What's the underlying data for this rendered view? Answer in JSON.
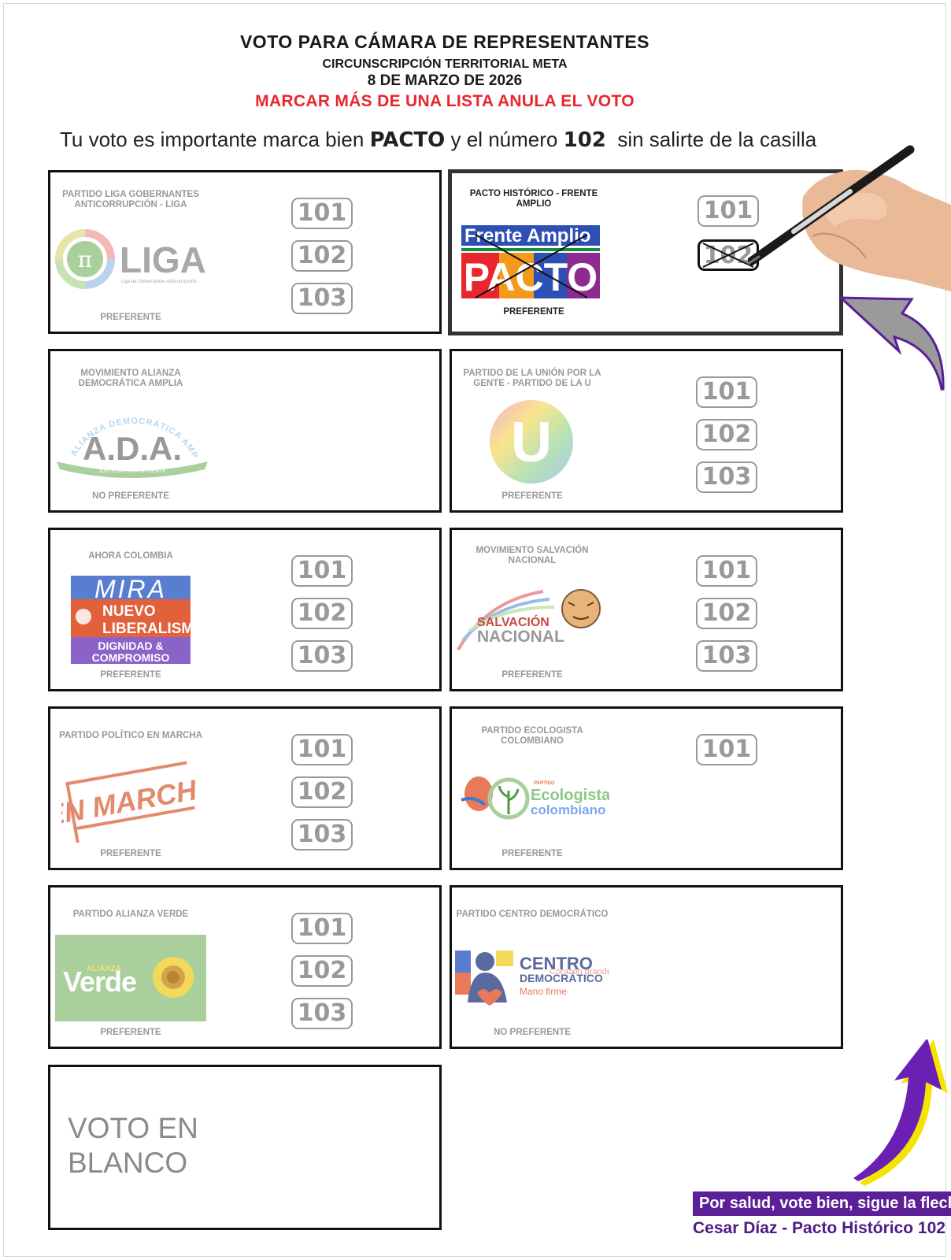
{
  "header": {
    "title": "VOTO PARA CÁMARA DE REPRESENTANTES",
    "circunscripcion": "CIRCUNSCRIPCIÓN TERRITORIAL META",
    "date": "8 DE MARZO DE 2026",
    "warning": "MARCAR MÁS DE UNA LISTA ANULA EL VOTO"
  },
  "intro": {
    "part1": "Tu voto es importante marca bien",
    "pacto": "PACTO",
    "part2": "y el número",
    "number": "102",
    "part3": "sin salirte de la casilla"
  },
  "parties": [
    {
      "name": "PARTIDO LIGA GOBERNANTES ANTICORRUPCIÓN - LIGA",
      "logo_text": "LIGA",
      "logo_sub": "Liga de Gobernantes Anticorrupción",
      "pref": "PREFERENTE",
      "numbers": [
        "101",
        "102",
        "103"
      ]
    },
    {
      "name": "PACTO HISTÓRICO - FRENTE AMPLIO",
      "logo_text": "Frente Amplio",
      "logo_text2": "PACTO",
      "pref": "PREFERENTE",
      "numbers": [
        "101",
        "102"
      ],
      "marked": "102"
    },
    {
      "name": "MOVIMIENTO ALIANZA DEMOCRÁTICA AMPLIA",
      "logo_text": "A.D.A.",
      "logo_arc": "ALIANZA DEMOCRÁTICA AMPLIA",
      "logo_sub": "JUSTICIA PARA MI GENTE",
      "pref": "NO PREFERENTE",
      "numbers": []
    },
    {
      "name": "PARTIDO DE LA UNIÓN POR LA GENTE - PARTIDO DE LA U",
      "logo_text": "U",
      "pref": "PREFERENTE",
      "numbers": [
        "101",
        "102",
        "103"
      ]
    },
    {
      "name": "AHORA COLOMBIA",
      "logo_text": "MIRA",
      "logo_text2": "NUEVO",
      "logo_text3": "LIBERALISMO",
      "logo_text4": "DIGNIDAD &",
      "logo_text5": "COMPROMISO",
      "pref": "PREFERENTE",
      "numbers": [
        "101",
        "102",
        "103"
      ]
    },
    {
      "name": "MOVIMIENTO SALVACIÓN NACIONAL",
      "logo_text": "SALVACIÓN",
      "logo_text2": "NACIONAL",
      "pref": "PREFERENTE",
      "numbers": [
        "101",
        "102",
        "103"
      ]
    },
    {
      "name": "PARTIDO POLÍTICO EN MARCHA",
      "logo_text": "¡EN MARCHA!",
      "pref": "PREFERENTE",
      "numbers": [
        "101",
        "102",
        "103"
      ]
    },
    {
      "name": "PARTIDO ECOLOGISTA COLOMBIANO",
      "logo_text": "PARTIDO",
      "logo_text2": "Ecologista",
      "logo_text3": "colombiano",
      "pref": "PREFERENTE",
      "numbers": [
        "101"
      ]
    },
    {
      "name": "PARTIDO ALIANZA VERDE",
      "logo_text": "ALIANZA",
      "logo_text2": "Verde",
      "pref": "PREFERENTE",
      "numbers": [
        "101",
        "102",
        "103"
      ]
    },
    {
      "name": "PARTIDO CENTRO DEMOCRÁTICO",
      "logo_text": "CENTRO",
      "logo_text2": "DEMOCRÁTICO",
      "logo_text3": "Mano firme",
      "logo_text4": "Corazón grande",
      "pref": "NO PREFERENTE",
      "numbers": []
    }
  ],
  "blank_vote": {
    "line1": "VOTO EN",
    "line2": "BLANCO"
  },
  "footer": {
    "slogan": "Por salud, vote bien, sigue la flecha",
    "candidate": "Cesar Díaz - Pacto Histórico 102"
  },
  "colors": {
    "warning": "#e8262d",
    "accent_purple": "#5b1f96",
    "arrow_purple": "#6b1fb3",
    "arrow_yellow": "#f5e400",
    "muted": "#999999"
  },
  "icons": [
    "hand-with-pen-icon",
    "curved-arrow-gray-icon",
    "curved-arrow-purple-icon"
  ]
}
